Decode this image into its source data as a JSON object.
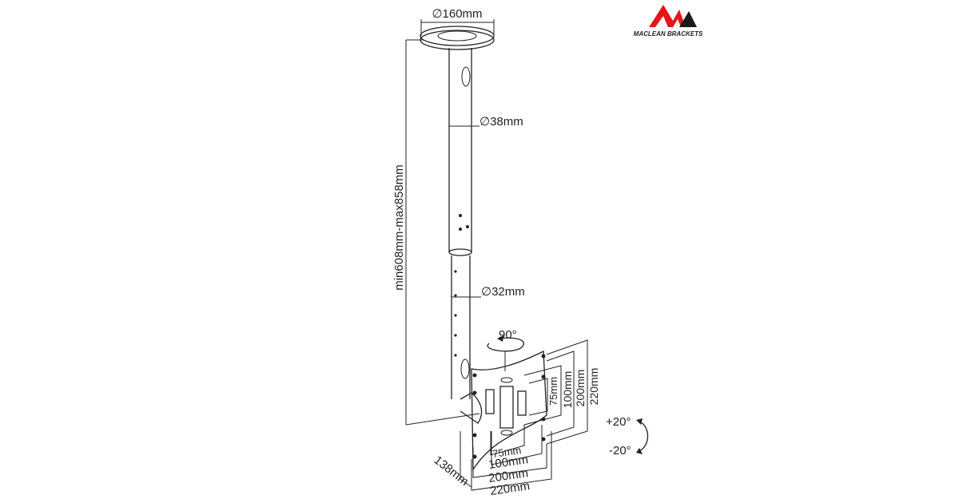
{
  "brand": {
    "name": "MACLEAN BRACKETS",
    "red": "#e3161b",
    "black": "#1a1a1a"
  },
  "dimensions": {
    "plate_diameter": "∅160mm",
    "upper_tube_diameter": "∅38mm",
    "lower_tube_diameter": "∅32mm",
    "height_range": "min608mm-max858mm",
    "rotation": "90°",
    "depth": "138mm",
    "vesa_h": [
      "75mm",
      "100mm",
      "200mm",
      "220mm"
    ],
    "vesa_v": [
      "75mm",
      "100mm",
      "200mm",
      "220mm"
    ],
    "tilt_up": "+20°",
    "tilt_down": "-20°"
  }
}
